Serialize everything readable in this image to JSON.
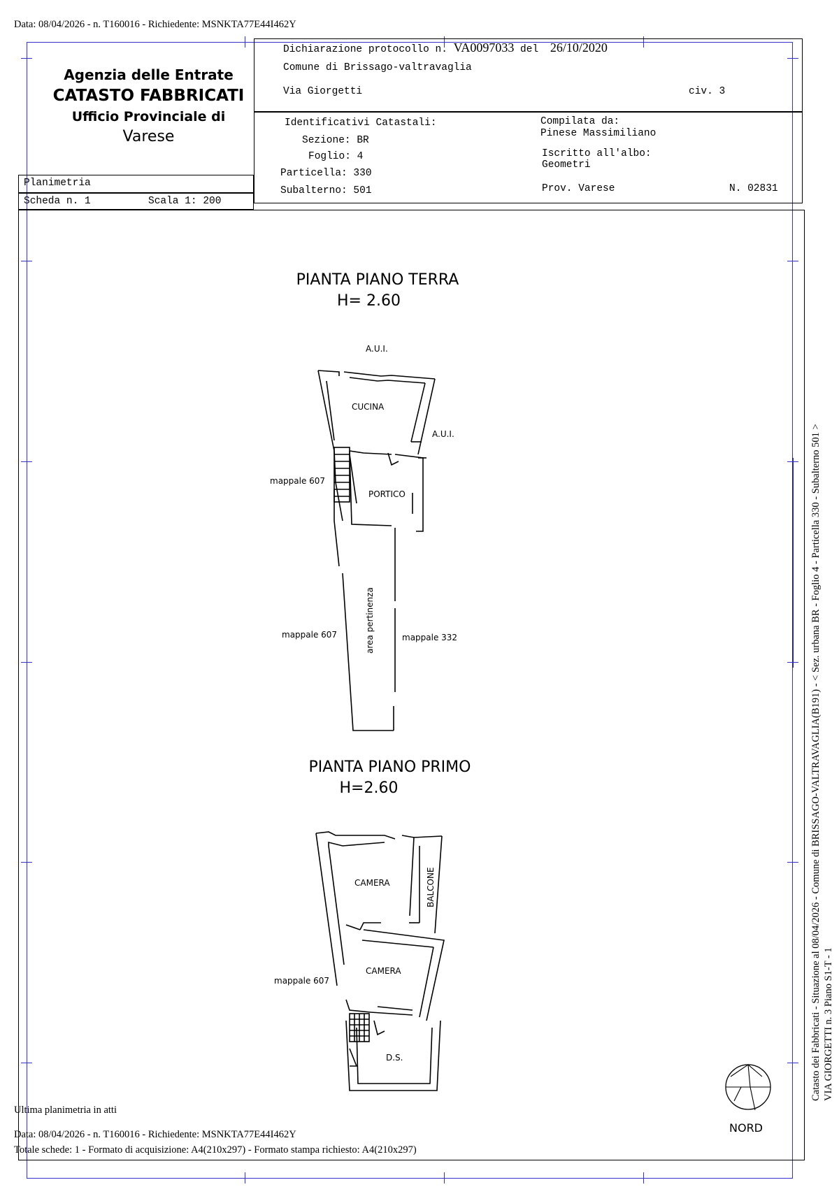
{
  "top_line": "Data: 08/04/2026 - n. T160016 - Richiedente: MSNKTA77E44I462Y",
  "agency": {
    "line1": "Agenzia delle Entrate",
    "line2": "CATASTO FABBRICATI",
    "line3": "Ufficio Provinciale di",
    "line4": "Varese"
  },
  "declaration": {
    "label": "Dichiarazione protocollo n.",
    "number": "VA0097033",
    "del_label": "del",
    "date": "26/10/2020"
  },
  "comune": "Comune di Brissago-valtravaglia",
  "via": "Via Giorgetti",
  "civ": "civ. 3",
  "identificativi": {
    "title": "Identificativi Catastali:",
    "sezione": "Sezione: BR",
    "foglio": "Foglio: 4",
    "particella": "Particella: 330",
    "subalterno": "Subalterno: 501"
  },
  "compilata": {
    "label": "Compilata da:",
    "name": "Pinese Massimiliano",
    "iscritto_label": "Iscritto all'albo:",
    "albo": "Geometri",
    "prov": "Prov. Varese",
    "number": "N. 02831"
  },
  "planimetria": {
    "title": "Planimetria",
    "scheda": "Scheda n. 1",
    "scala": "Scala 1: 200"
  },
  "ground_floor": {
    "title": "PIANTA PIANO TERRA",
    "height": "H= 2.60",
    "labels": {
      "aui_top": "A.U.I.",
      "aui_right": "A.U.I.",
      "cucina": "CUCINA",
      "portico": "PORTICO",
      "mappale_607_a": "mappale 607",
      "mappale_607_b": "mappale 607",
      "area": "area pertinenza",
      "mappale_332": "mappale 332"
    }
  },
  "first_floor": {
    "title": "PIANTA PIANO PRIMO",
    "height": "H=2.60",
    "labels": {
      "camera_1": "CAMERA",
      "balcone": "BALCONE",
      "camera_2": "CAMERA",
      "mappale_607": "mappale 607",
      "ds": "D.S."
    }
  },
  "nord": "NORD",
  "side_text": {
    "line1": "Catasto dei Fabbricati - Situazione al 08/04/2026 - Comune di BRISSAGO-VALTRAVAGLIA(B191) - < Sez. urbana BR - Foglio 4 - Particella 330 - Subalterno 501 >",
    "line2": "VIA GIORGETTI n. 3 Piano S1-T - 1"
  },
  "bottom": {
    "ultima": "Ultima planimetria in atti",
    "data_line": "Data: 08/04/2026 - n. T160016 - Richiedente: MSNKTA77E44I462Y",
    "totale": "Totale schede: 1 - Formato di acquisizione: A4(210x297) - Formato stampa richiesto: A4(210x297)"
  }
}
